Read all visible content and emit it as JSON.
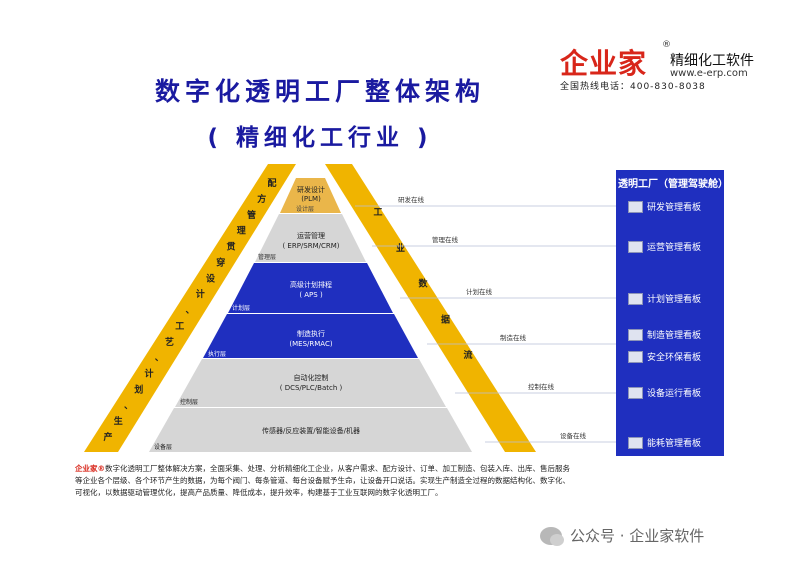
{
  "title_line1": "数字化透明工厂整体架构",
  "title_line2": "( 精细化工行业 )",
  "logo": {
    "brand": "企业家",
    "registered": "®",
    "product": "精细化工软件",
    "website": "www.e-erp.com",
    "hotline": "全国热线电话：400-830-8038"
  },
  "left_band": "配方管理贯穿设计、工艺、计划、生产",
  "right_band": "工业数据流",
  "pyramid": [
    {
      "title": "研发设计",
      "subtitle": "(PLM)",
      "tag": "设计层"
    },
    {
      "title": "运营管理",
      "subtitle": "( ERP/SRM/CRM)",
      "tag": "管理层"
    },
    {
      "title": "高级计划排程",
      "subtitle": "( APS )",
      "tag": "计划层"
    },
    {
      "title": "制造执行",
      "subtitle": "(MES/RMAC)",
      "tag": "执行层"
    },
    {
      "title": "自动化控制",
      "subtitle": "( DCS/PLC/Batch )",
      "tag": "控制层"
    },
    {
      "title": "传感器/反应装置/智能设备/机器",
      "subtitle": "",
      "tag": "设备层"
    }
  ],
  "online_labels": [
    "研发在线",
    "管理在线",
    "计划在线",
    "制造在线",
    "控制在线",
    "设备在线"
  ],
  "panel": {
    "title": "透明工厂（管理驾驶舱）",
    "boards": [
      "研发管理看板",
      "运营管理看板",
      "计划管理看板",
      "制造管理看板",
      "安全环保看板",
      "设备运行看板",
      "能耗管理看板"
    ]
  },
  "footer": {
    "brand": "企业家®",
    "text": "数字化透明工厂整体解决方案，全面采集、处理、分析精细化工企业，从客户需求、配方设计、订单、加工制造、包装入库、出库、售后服务等企业各个层级、各个环节产生的数据，为每个阀门、每条管道、每台设备赋予生命，让设备开口说话。实现生产制造全过程的数据结构化、数字化、可视化，以数据驱动管理优化，提高产品质量、降低成本，提升效率，构建基于工业互联网的数字化透明工厂。"
  },
  "watermark": "公众号 · 企业家软件",
  "colors": {
    "navy": "#1f2fbf",
    "gold": "#f0b400",
    "grey": "#d6d6d6",
    "brand_red": "#d8261a"
  }
}
